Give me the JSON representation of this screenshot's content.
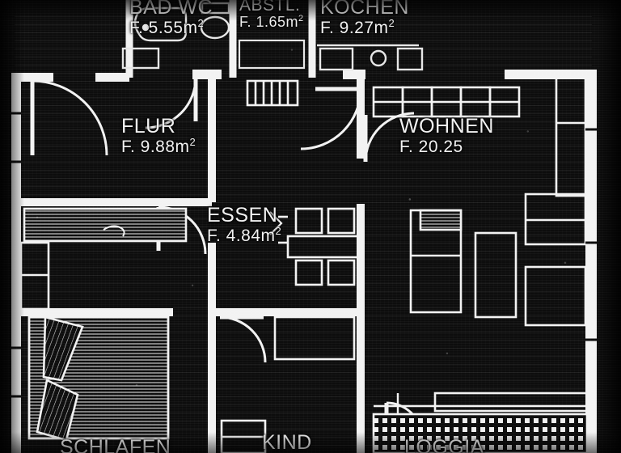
{
  "document": {
    "type": "architectural-floor-plan",
    "rendering": "inverted-negative-scan",
    "language": "de",
    "area_prefix": "F.",
    "unit": "m²"
  },
  "colors": {
    "background": "#0d0d0d",
    "line": "#f2f2f2",
    "label_text": "#f2f2f2",
    "hatch": "#e8e8e8"
  },
  "rooms": [
    {
      "id": "bad-wc",
      "name": "BAD WC",
      "area": "F. 5.55",
      "unit": "m",
      "sup": "2"
    },
    {
      "id": "abstl",
      "name": "ABSTL.",
      "area": "F. 1.65",
      "unit": "m",
      "sup": "2"
    },
    {
      "id": "kochen",
      "name": "KOCHEN",
      "area": "F. 9.27",
      "unit": "m",
      "sup": "2"
    },
    {
      "id": "flur",
      "name": "FLUR",
      "area": "F. 9.88",
      "unit": "m",
      "sup": "2"
    },
    {
      "id": "wohnen",
      "name": "WOHNEN",
      "area": "F. 20.25",
      "unit": "",
      "sup": ""
    },
    {
      "id": "essen",
      "name": "ESSEN",
      "area": "F. 4.84",
      "unit": "m",
      "sup": "2"
    },
    {
      "id": "schlafen",
      "name": "SCHLAFEN",
      "area": "",
      "unit": "",
      "sup": ""
    },
    {
      "id": "kind",
      "name": "KIND",
      "area": "",
      "unit": "",
      "sup": ""
    },
    {
      "id": "loggia",
      "name": "LOGGIA",
      "area": "",
      "unit": "",
      "sup": ""
    }
  ],
  "features": {
    "doors": 7,
    "door_swing_symbol": "quarter-arc",
    "balcony_pattern": "grid-tile-hatch",
    "bed_symbol": "hatched-rectangle",
    "dining_set": "table-with-4-chairs"
  }
}
